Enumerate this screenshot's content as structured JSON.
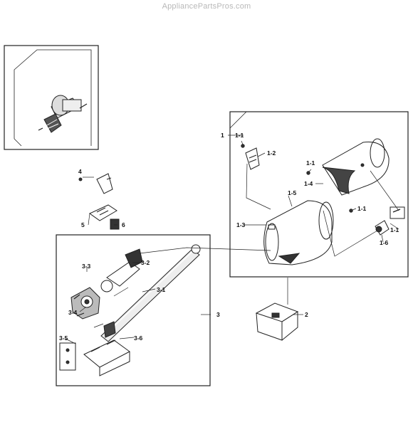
{
  "watermark": "AppliancePartsPros.com",
  "labels": {
    "l1": "1",
    "l1_1a": "1-1",
    "l1_2": "1-2",
    "l1_1b": "1-1",
    "l1_4": "1-4",
    "l1_5": "1-5",
    "l1_1c": "1-1",
    "l1_1d": "1-1",
    "l1_3": "1-3",
    "l1_6": "1-6",
    "l2": "2",
    "l3": "3",
    "l3_1": "3-1",
    "l3_2": "3-2",
    "l3_3": "3-3",
    "l3_4": "3-4",
    "l3_5": "3-5",
    "l3_6": "3-6",
    "l4": "4",
    "l5": "5",
    "l6": "6"
  }
}
